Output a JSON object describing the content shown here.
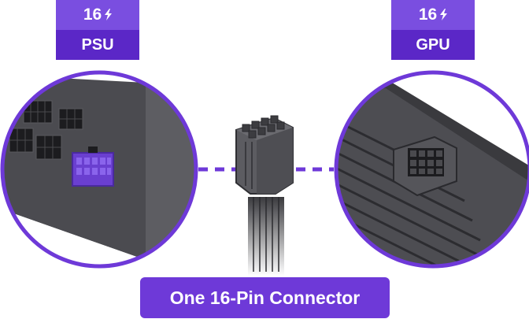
{
  "psu": {
    "pin_count": "16",
    "label": "PSU"
  },
  "gpu": {
    "pin_count": "16",
    "label": "GPU"
  },
  "caption": "One 16-Pin Connector",
  "icons": [
    "lightning-bolt-icon"
  ],
  "colors": {
    "accent": "#6e39d8",
    "accent_light": "#7a4ee0",
    "accent_dark": "#5b27c7",
    "hardware": "#4a4a4e"
  }
}
